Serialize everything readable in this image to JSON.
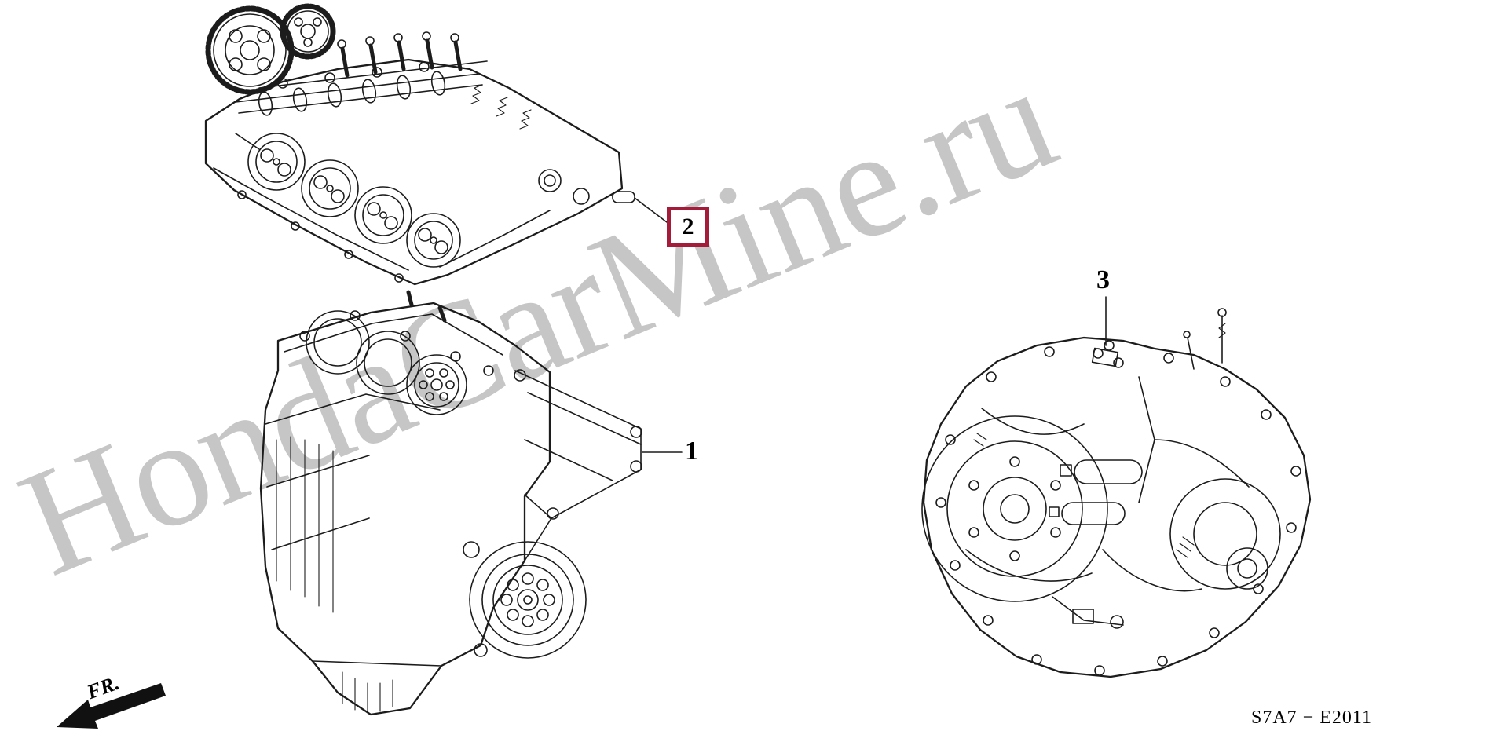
{
  "watermark": {
    "text": "HondaCarMine.ru",
    "color": "#c6c6c6"
  },
  "front_marker": {
    "label": "FR."
  },
  "diagram_code": {
    "text": "S7A7 − E2011"
  },
  "callouts": [
    {
      "label": "1",
      "boxed": false
    },
    {
      "label": "2",
      "boxed": true
    },
    {
      "label": "3",
      "boxed": false
    }
  ],
  "colors": {
    "background": "#ffffff",
    "line_art": "#1c1c1c",
    "callout_box": "#a51c3a",
    "watermark": "#c6c6c6",
    "text": "#000000"
  }
}
